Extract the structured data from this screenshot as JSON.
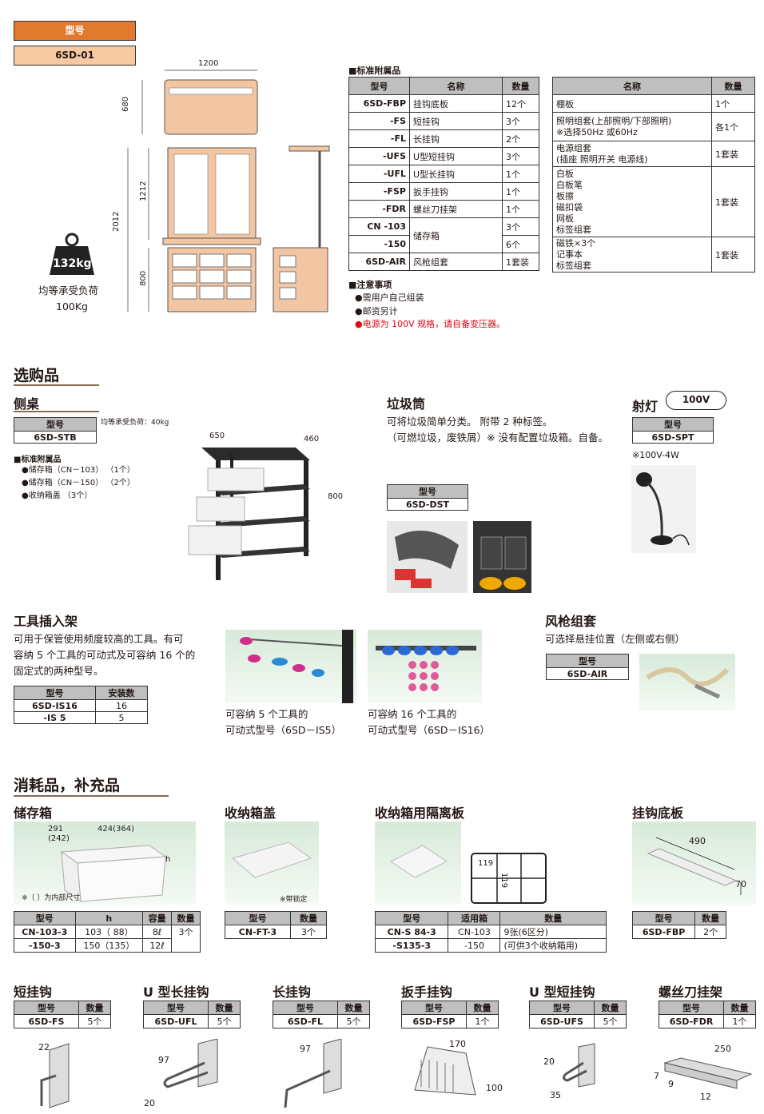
{
  "header": {
    "model_label": "型号",
    "model_value": "6SD-01"
  },
  "dims": {
    "width": "1200",
    "depth": "680",
    "height": "2012",
    "upper": "1212",
    "lower": "800"
  },
  "weight": {
    "badge": "132kg",
    "label": "均等承受负荷",
    "value": "100Kg"
  },
  "std_acc": {
    "title": "■标准附属品",
    "headers": [
      "型号",
      "名称",
      "数量"
    ],
    "rows": [
      [
        "6SD-FBP",
        "挂钩底板",
        "12个"
      ],
      [
        "-FS",
        "短挂钩",
        "3个"
      ],
      [
        "-FL",
        "长挂钩",
        "2个"
      ],
      [
        "-UFS",
        "U型短挂钩",
        "3个"
      ],
      [
        "-UFL",
        "U型长挂钩",
        "1个"
      ],
      [
        "-FSP",
        "扳手挂钩",
        "1个"
      ],
      [
        "-FDR",
        "螺丝刀挂架",
        "1个"
      ],
      [
        "CN -103",
        "储存箱",
        "3个"
      ],
      [
        "-150",
        "",
        "6个"
      ],
      [
        "6SD-AIR",
        "风枪组套",
        "1套装"
      ]
    ]
  },
  "std_acc2": {
    "headers": [
      "名称",
      "数量"
    ],
    "rows": [
      [
        "棚板",
        "1个"
      ],
      [
        "照明组套(上部照明/下部照明)\n※选择50Hz 或60Hz",
        "各1个"
      ],
      [
        "电源组套\n(插座 照明开关 电源线)",
        "1套装"
      ],
      [
        "白板\n白板笔\n板擦\n磁扣袋\n网板\n标签组套",
        "1套装"
      ],
      [
        "磁铁×3个\n记事本\n标签组套",
        "1套装"
      ]
    ]
  },
  "notes": {
    "title": "■注意事项",
    "items": [
      "●需用户自己组装",
      "●邮资另计",
      "●电源为 100V 规格，请自备变压器。"
    ]
  },
  "options": {
    "title": "选购品"
  },
  "side_desk": {
    "title": "侧桌",
    "model_label": "型号",
    "model": "6SD-STB",
    "load": "均等承受负荷：40kg",
    "acc_title": "■标准附属品",
    "acc": [
      [
        "●储存箱（CN－103）",
        "（1个）"
      ],
      [
        "●储存箱（CN－150）",
        "（2个）"
      ],
      [
        "●收纳箱盖",
        "（3个）"
      ]
    ],
    "d1": "650",
    "d2": "460",
    "d3": "800"
  },
  "trash": {
    "title": "垃圾筒",
    "desc1": "可将垃圾简单分类。 附带 2 种标签。",
    "desc2": "（可燃垃圾，废铁屑）※ 没有配置垃圾箱。自备。",
    "model_label": "型号",
    "model": "6SD-DST"
  },
  "spot": {
    "title": "射灯",
    "badge": "100V",
    "model_label": "型号",
    "model": "6SD-SPT",
    "note": "※100V-4W"
  },
  "tool_rack": {
    "title": "工具插入架",
    "desc": [
      "可用于保管使用频度较高的工具。有可",
      "容纳 5 个工具的可动式及可容纳 16 个的",
      "固定式的两种型号。"
    ],
    "headers": [
      "型号",
      "安装数"
    ],
    "rows": [
      [
        "6SD-IS16",
        "16"
      ],
      [
        "-IS 5",
        "5"
      ]
    ],
    "cap1": [
      "可容纳 5 个工具的",
      "可动式型号（6SD－IS5）"
    ],
    "cap2": [
      "可容纳 16 个工具的",
      "可动式型号（6SD－IS16）"
    ]
  },
  "air": {
    "title": "风枪组套",
    "desc": "可选择悬挂位置（左侧或右侧）",
    "model_label": "型号",
    "model": "6SD-AIR"
  },
  "consumables": {
    "title": "消耗品，补充品"
  },
  "storage": {
    "title": "储存箱",
    "d1": "291",
    "d1b": "(242)",
    "d2": "424(364)",
    "h": "h",
    "note": "※（ ）为内部尺寸",
    "headers": [
      "型号",
      "h",
      "容量",
      "数量"
    ],
    "rows": [
      [
        "CN-103-3",
        "103（ 88）",
        "8ℓ",
        "3个"
      ],
      [
        "-150-3",
        "150（135）",
        "12ℓ",
        ""
      ]
    ]
  },
  "lid": {
    "title": "收纳箱盖",
    "note": "※带锁定",
    "headers": [
      "型号",
      "数量"
    ],
    "rows": [
      [
        "CN-FT-3",
        "3个"
      ]
    ]
  },
  "divider": {
    "title": "收纳箱用隔离板",
    "d1": "119",
    "d2": "119",
    "headers": [
      "型号",
      "适用箱",
      "数量"
    ],
    "rows": [
      [
        "CN-S 84-3",
        "CN-103",
        "9张(6区分)"
      ],
      [
        "-S135-3",
        "-150",
        "(可供3个收纳箱用)"
      ]
    ]
  },
  "hookbase": {
    "title": "挂钩底板",
    "d1": "490",
    "d2": "70",
    "headers": [
      "型号",
      "数量"
    ],
    "rows": [
      [
        "6SD-FBP",
        "2个"
      ]
    ]
  },
  "hooks": [
    {
      "title": "短挂钩",
      "model": "6SD-FS",
      "qty": "5个",
      "d": [
        "22"
      ]
    },
    {
      "title": "U 型长挂钩",
      "model": "6SD-UFL",
      "qty": "5个",
      "d": [
        "97",
        "20"
      ]
    },
    {
      "title": "长挂钩",
      "model": "6SD-FL",
      "qty": "5个",
      "d": [
        "97"
      ]
    },
    {
      "title": "扳手挂钩",
      "model": "6SD-FSP",
      "qty": "1个",
      "d": [
        "170",
        "100"
      ]
    },
    {
      "title": "U 型短挂钩",
      "model": "6SD-UFS",
      "qty": "5个",
      "d": [
        "20",
        "35"
      ]
    },
    {
      "title": "螺丝刀挂架",
      "model": "6SD-FDR",
      "qty": "1个",
      "d": [
        "250",
        "7",
        "9",
        "12"
      ]
    }
  ],
  "hook_headers": [
    "型号",
    "数量"
  ]
}
